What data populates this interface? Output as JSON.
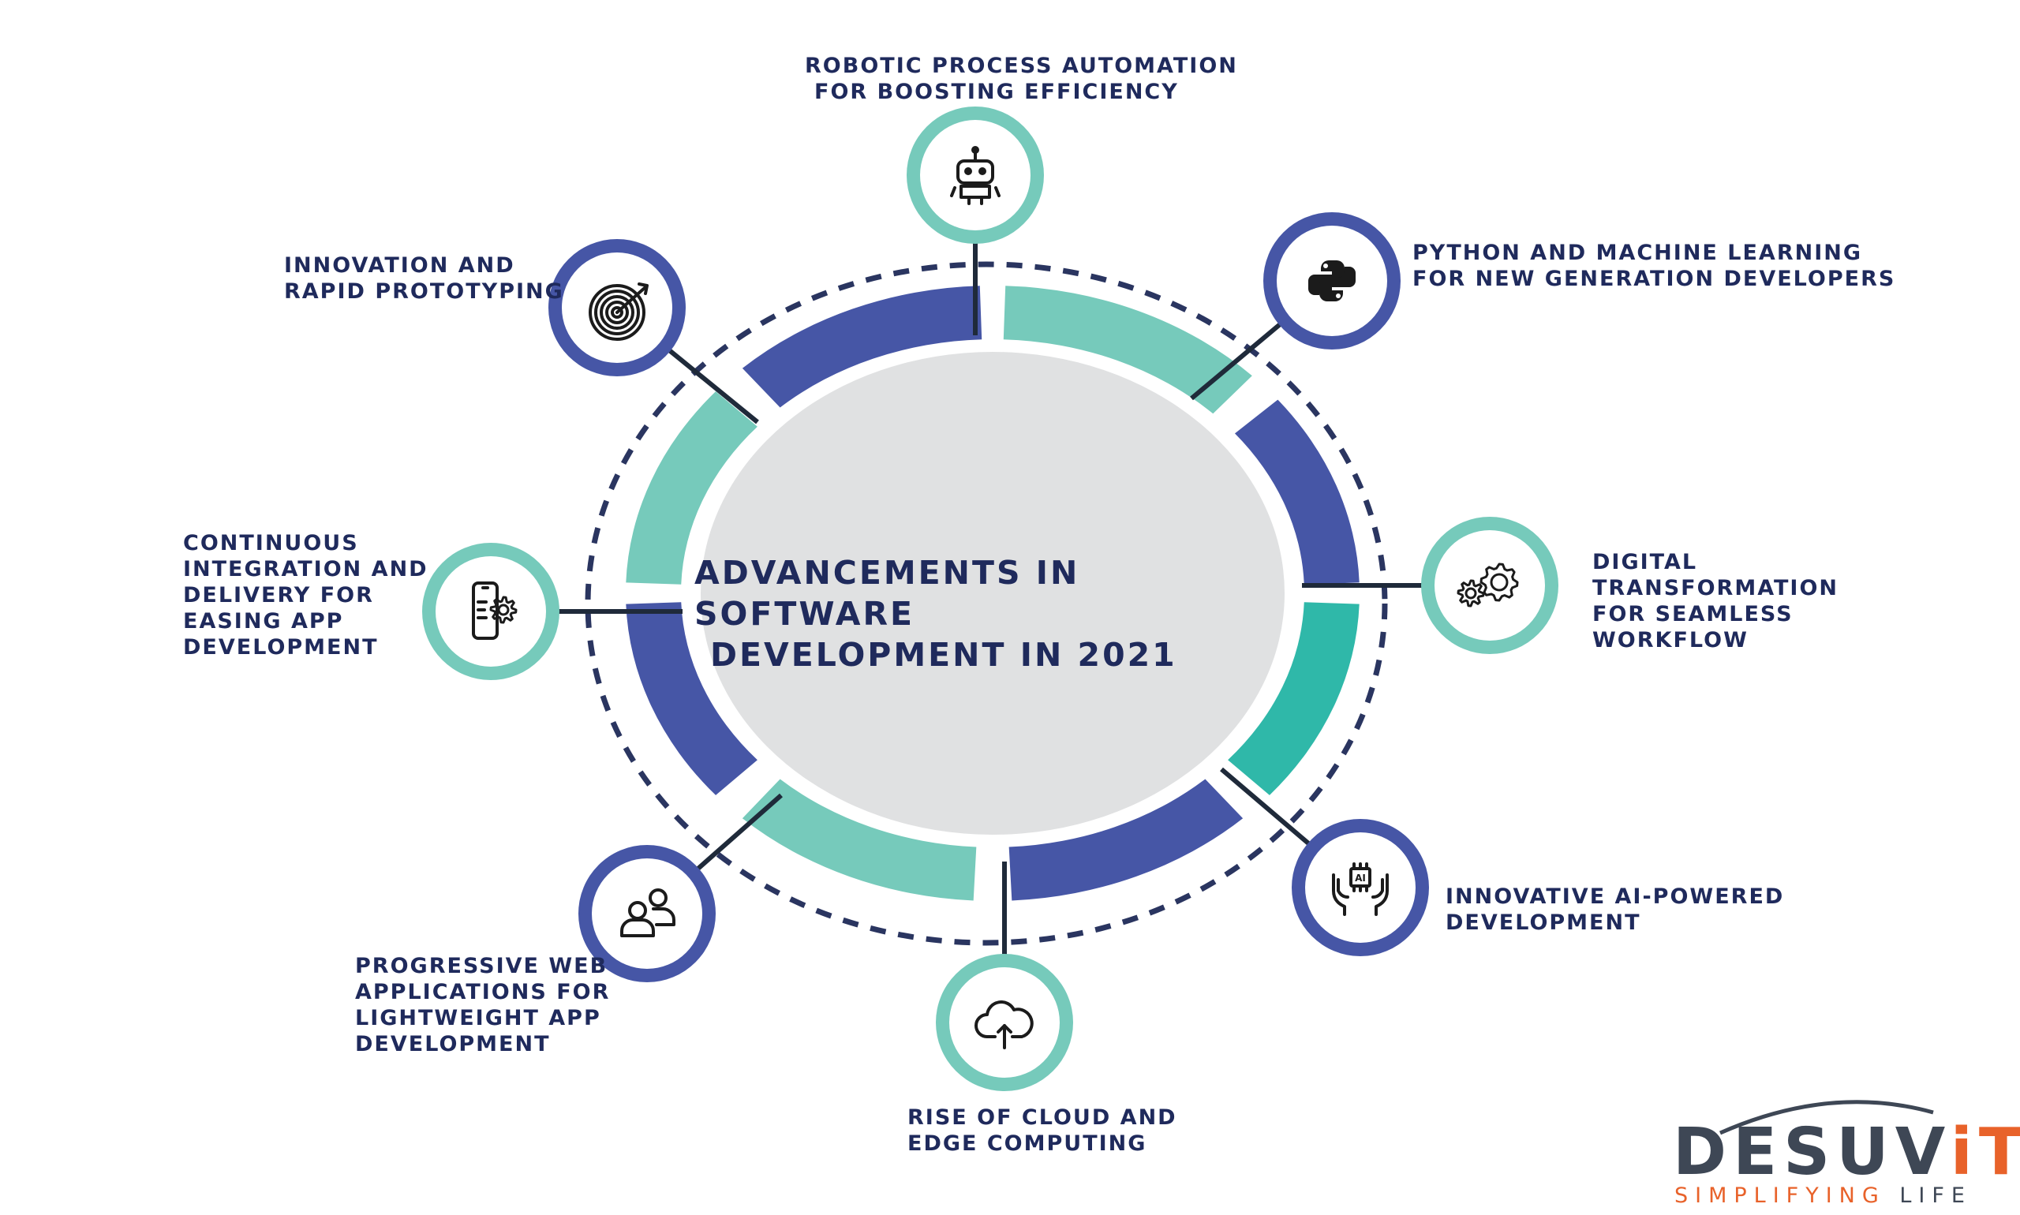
{
  "title": {
    "line1": "ADVANCEMENTS IN SOFTWARE",
    "line2": "DEVELOPMENT IN 2021"
  },
  "items": [
    {
      "icon": "robot-icon",
      "lines": [
        "ROBOTIC PROCESS AUTOMATION",
        "FOR BOOSTING EFFICIENCY"
      ]
    },
    {
      "icon": "python-icon",
      "lines": [
        "PYTHON AND MACHINE LEARNING",
        "FOR NEW GENERATION DEVELOPERS"
      ]
    },
    {
      "icon": "gears-icon",
      "lines": [
        "DIGITAL",
        "TRANSFORMATION",
        "FOR SEAMLESS",
        "WORKFLOW"
      ]
    },
    {
      "icon": "ai-hands-icon",
      "lines": [
        "INNOVATIVE AI-POWERED",
        "DEVELOPMENT"
      ]
    },
    {
      "icon": "cloud-upload-icon",
      "lines": [
        "RISE OF CLOUD AND",
        "EDGE COMPUTING"
      ]
    },
    {
      "icon": "users-icon",
      "lines": [
        "PROGRESSIVE WEB",
        "APPLICATIONS FOR",
        "LIGHTWEIGHT APP",
        "DEVELOPMENT"
      ]
    },
    {
      "icon": "mobile-settings-icon",
      "lines": [
        "CONTINUOUS",
        "INTEGRATION AND",
        "DELIVERY FOR",
        "EASING APP",
        "DEVELOPMENT"
      ]
    },
    {
      "icon": "target-icon",
      "lines": [
        "INNOVATION AND",
        "RAPID PROTOTYPING"
      ]
    }
  ],
  "logo": {
    "word_main": "DESUV",
    "word_accent": "iT",
    "tagline_main": "SIMPLIFYING",
    "tagline_dark": "LIFE"
  },
  "colors": {
    "navy": "#4656a6",
    "mint": "#76cabb",
    "teal": "#2fb8a9",
    "ink": "#1f2a5c",
    "center": "#e0e1e2",
    "logo_orange": "#e8622a",
    "logo_gray": "#3e4755"
  }
}
